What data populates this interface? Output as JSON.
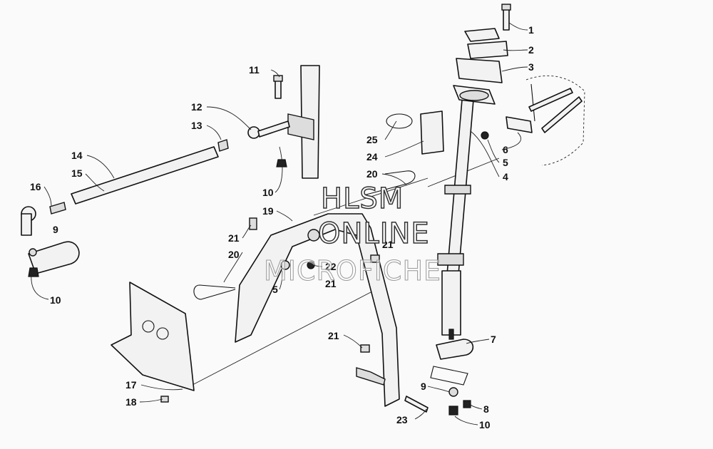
{
  "callouts": [
    "1",
    "2",
    "3",
    "4",
    "5",
    "6",
    "7",
    "8",
    "9",
    "10",
    "11",
    "12",
    "13",
    "14",
    "15",
    "16",
    "17",
    "18",
    "19",
    "20",
    "21",
    "22",
    "23",
    "24",
    "25"
  ],
  "labels": {
    "c1": "1",
    "c2": "2",
    "c3": "3",
    "c4": "4",
    "c5a": "5",
    "c6": "6",
    "c7": "7",
    "c8": "8",
    "c9a": "9",
    "c9b": "9",
    "c10a": "10",
    "c10b": "10",
    "c10c": "10",
    "c11": "11",
    "c12": "12",
    "c13": "13",
    "c14": "14",
    "c15": "15",
    "c16": "16",
    "c17": "17",
    "c18": "18",
    "c19": "19",
    "c20a": "20",
    "c20b": "20",
    "c21a": "21",
    "c21b": "21",
    "c21c": "21",
    "c21d": "21",
    "c22": "22",
    "c23": "23",
    "c24": "24",
    "c25": "25",
    "c5b": "5"
  },
  "watermark": {
    "line1": "HLSM",
    "line2": "ONLINE",
    "line3": "MICROFICHE"
  }
}
